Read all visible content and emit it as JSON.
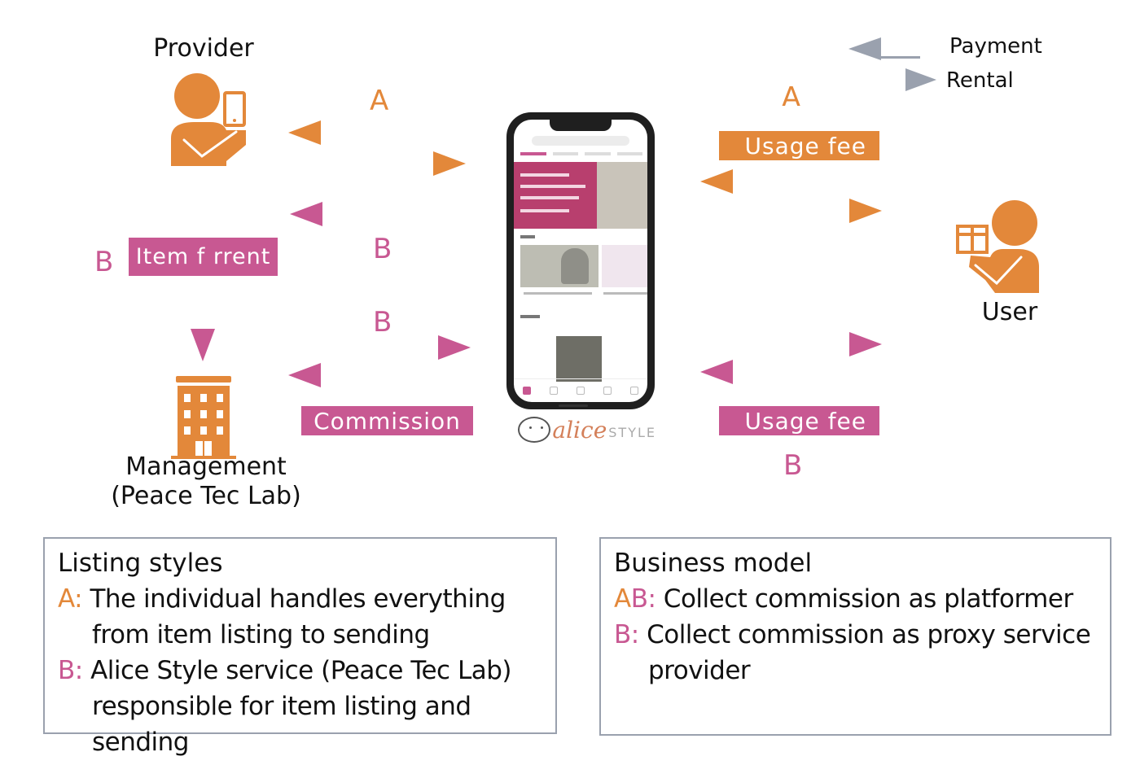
{
  "colors": {
    "style_a": "#E3883A",
    "style_b": "#C85892",
    "legend_arrow": "#9AA1AE",
    "box_border": "#9AA1AE"
  },
  "legend": {
    "payment_label": "Payment",
    "rental_label": "Rental"
  },
  "nodes": {
    "provider": {
      "label": "Provider",
      "icon": "person-with-phone-icon"
    },
    "user": {
      "label": "User",
      "icon": "person-with-gift-icon"
    },
    "management": {
      "label_line1": "Management",
      "label_line2": "(Peace Tec Lab)",
      "icon": "building-icon"
    },
    "platform": {
      "icon": "smartphone-app-icon",
      "logo_script": "alice",
      "logo_suffix": "STYLE"
    }
  },
  "flows": {
    "provider_platform_a_letter": "A",
    "provider_platform_b_letter_1": "B",
    "provider_platform_b_letter_2": "B",
    "item_for_rent_letter": "B",
    "item_for_rent_label": "Item f rrent",
    "commission_label": "Commission",
    "user_usage_fee_a_letter": "A",
    "user_usage_fee_a_label": "Usage fee",
    "user_usage_fee_b_label": "Usage fee",
    "user_usage_fee_b_letter": "B"
  },
  "listing_box": {
    "title": "Listing styles",
    "a_prefix": "A:",
    "a_line1": "The individual handles everything",
    "a_line2": "from item listing to sending",
    "b_prefix": "B:",
    "b_line1": "Alice Style service (Peace Tec Lab)",
    "b_line2": "responsible for item listing and sending"
  },
  "business_box": {
    "title": "Business model",
    "ab_prefix_a": "A",
    "ab_prefix_b": "B:",
    "ab_line": "Collect commission as platformer",
    "b_prefix": "B:",
    "b_line1": "Collect commission as proxy service",
    "b_line2": "provider"
  }
}
